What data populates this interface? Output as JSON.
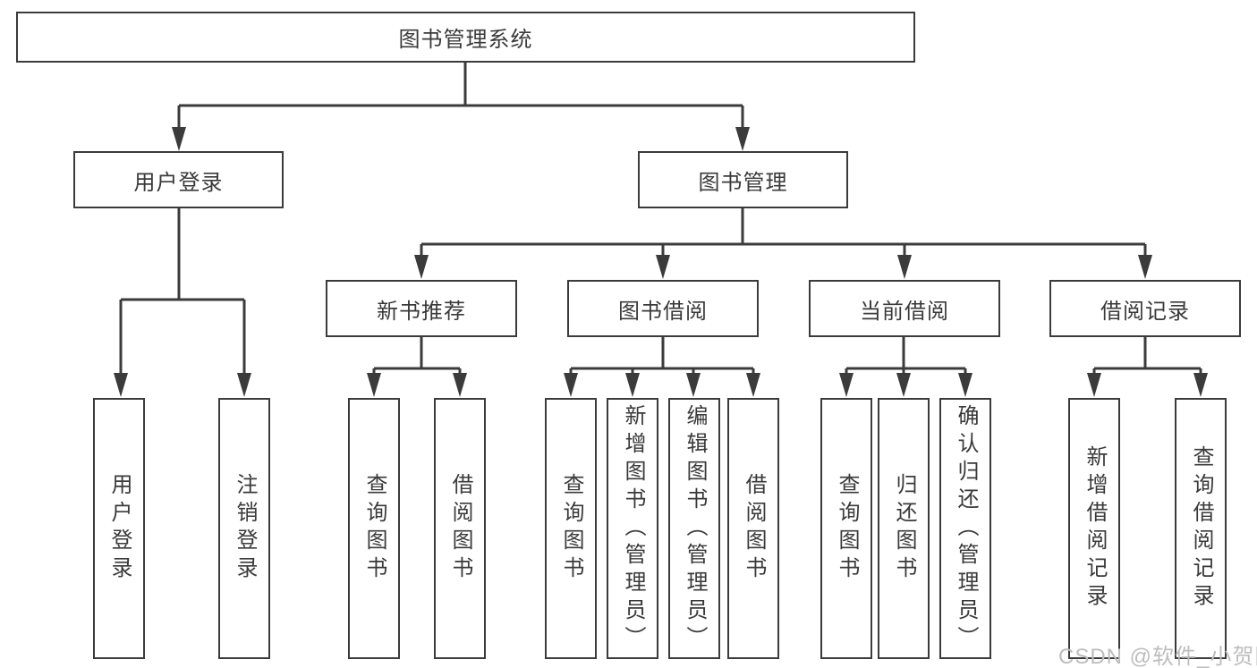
{
  "diagram_type": "hierarchy-tree",
  "colors": {
    "background": "#ffffff",
    "line": "#3b3b3b",
    "box_border": "#3b3b3b",
    "text": "#3a3a3a",
    "watermark": "#bdbdbd"
  },
  "tree": {
    "root": {
      "label": "图书管理系统",
      "children": [
        {
          "label": "用户登录",
          "children": [
            {
              "label": "用户登录"
            },
            {
              "label": "注销登录"
            }
          ]
        },
        {
          "label": "图书管理",
          "children": [
            {
              "label": "新书推荐",
              "children": [
                {
                  "label": "查询图书"
                },
                {
                  "label": "借阅图书"
                }
              ]
            },
            {
              "label": "图书借阅",
              "children": [
                {
                  "label": "查询图书"
                },
                {
                  "label": "新增图书（管理员）"
                },
                {
                  "label": "编辑图书（管理员）"
                },
                {
                  "label": "借阅图书"
                }
              ]
            },
            {
              "label": "当前借阅",
              "children": [
                {
                  "label": "查询图书"
                },
                {
                  "label": "归还图书"
                },
                {
                  "label": "确认归还（管理员）"
                }
              ]
            },
            {
              "label": "借阅记录",
              "children": [
                {
                  "label": "新增借阅记录"
                },
                {
                  "label": "查询借阅记录"
                }
              ]
            }
          ]
        }
      ]
    }
  },
  "watermark": {
    "text": "CSDN @软件_小贺同学"
  }
}
